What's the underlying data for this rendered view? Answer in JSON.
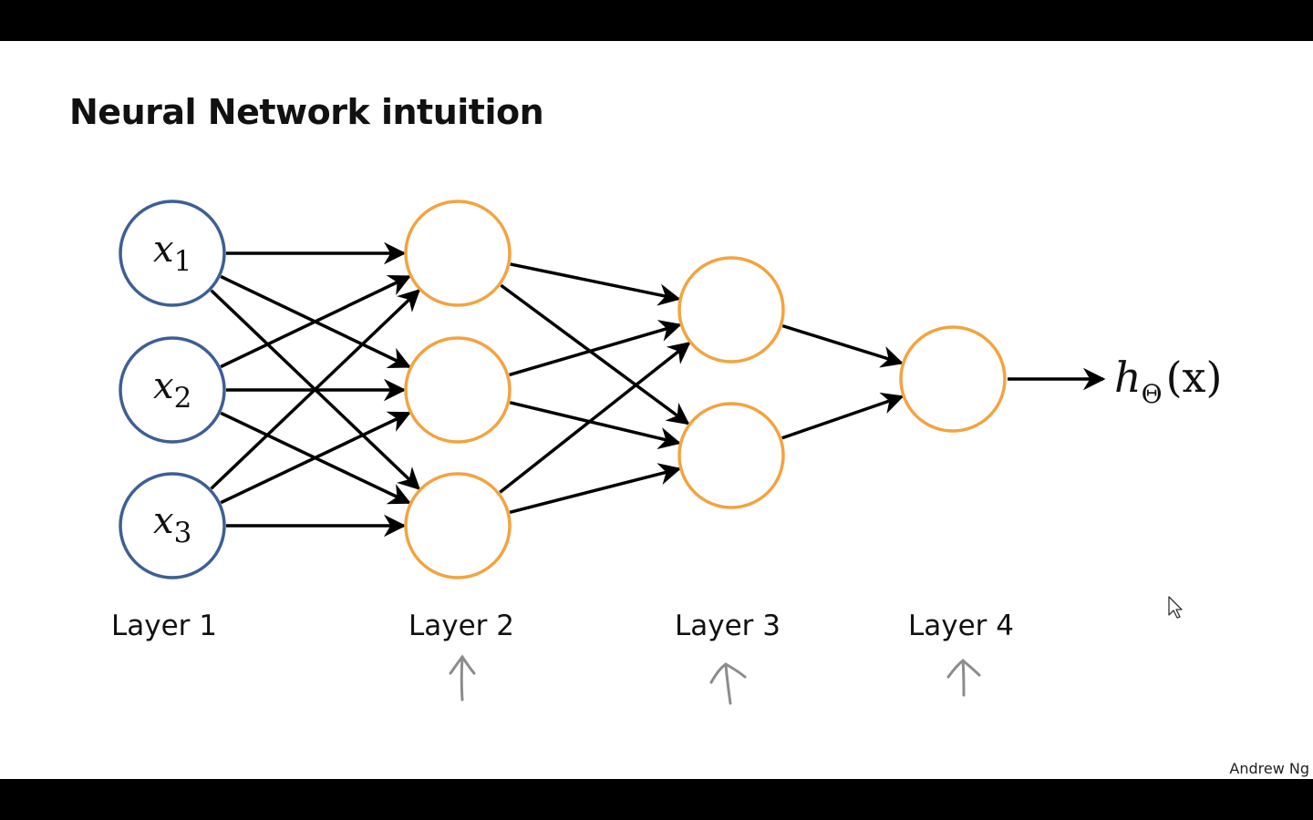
{
  "slide": {
    "title": "Neural Network intuition",
    "credit": "Andrew Ng"
  },
  "inputs": [
    {
      "var": "x",
      "sub": "1"
    },
    {
      "var": "x",
      "sub": "2"
    },
    {
      "var": "x",
      "sub": "3"
    }
  ],
  "output": {
    "func": "h",
    "sub": "Θ",
    "arg": "(x)"
  },
  "layers": [
    {
      "label": "Layer 1",
      "units": 3
    },
    {
      "label": "Layer 2",
      "units": 3
    },
    {
      "label": "Layer 3",
      "units": 2
    },
    {
      "label": "Layer 4",
      "units": 1
    }
  ],
  "colors": {
    "input_node": "#3e5f95",
    "hidden_node": "#f3a33f",
    "edge": "#000000",
    "annotation": "#8c8c8c",
    "cursor": "#ffffff"
  },
  "icons": [
    "hand-drawn-arrow-up-icon",
    "mouse-cursor-icon"
  ]
}
